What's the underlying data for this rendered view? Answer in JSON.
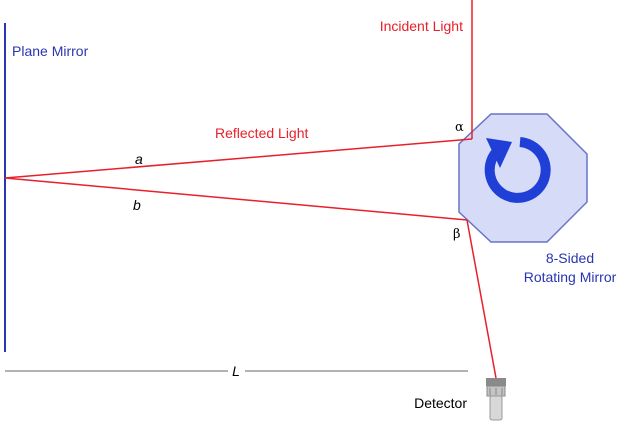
{
  "labels": {
    "plane_mirror": "Plane Mirror",
    "incident_light": "Incident Light",
    "reflected_light": "Reflected Light",
    "ray_a": "a",
    "ray_b": "b",
    "alpha": "α",
    "beta": "β",
    "rotating_mirror_line1": "8-Sided",
    "rotating_mirror_line2": "Rotating Mirror",
    "distance": "L",
    "detector": "Detector"
  },
  "colors": {
    "light_ray": "#e8202a",
    "plane_mirror": "#2a35b0",
    "octagon_fill": "#d6dcf7",
    "octagon_stroke": "#6a74c8",
    "rotation_arrow": "#1f3fd6",
    "distance_line": "#999999",
    "detector": "#9a9a9a"
  },
  "icons": {
    "rotation": "counterclockwise-rotation-arrow-icon",
    "detector": "detector-icon"
  }
}
